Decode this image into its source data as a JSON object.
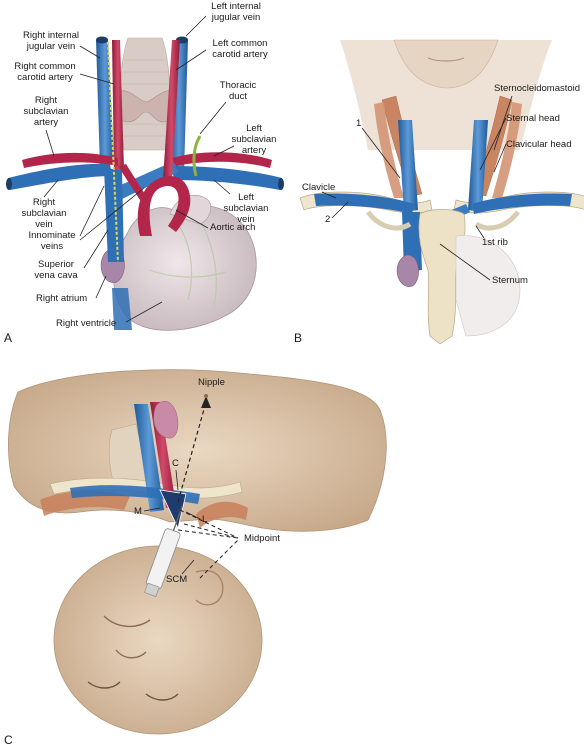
{
  "panels": {
    "a": {
      "letter": "A",
      "labels": {
        "right_internal_jugular_vein_1": "Right internal",
        "right_internal_jugular_vein_2": "jugular vein",
        "right_common_carotid_artery_1": "Right common",
        "right_common_carotid_artery_2": "carotid artery",
        "right_subclavian_artery_1": "Right",
        "right_subclavian_artery_2": "subclavian",
        "right_subclavian_artery_3": "artery",
        "right_subclavian_vein_1": "Right",
        "right_subclavian_vein_2": "subclavian",
        "right_subclavian_vein_3": "vein",
        "innominate_veins_1": "Innominate",
        "innominate_veins_2": "veins",
        "superior_vena_cava_1": "Superior",
        "superior_vena_cava_2": "vena cava",
        "right_atrium": "Right atrium",
        "right_ventricle": "Right ventricle",
        "left_internal_jugular_vein_1": "Left internal",
        "left_internal_jugular_vein_2": "jugular vein",
        "left_common_carotid_artery_1": "Left common",
        "left_common_carotid_artery_2": "carotid artery",
        "thoracic_duct_1": "Thoracic",
        "thoracic_duct_2": "duct",
        "left_subclavian_artery_1": "Left",
        "left_subclavian_artery_2": "subclavian",
        "left_subclavian_artery_3": "artery",
        "left_subclavian_vein_1": "Left",
        "left_subclavian_vein_2": "subclavian",
        "left_subclavian_vein_3": "vein",
        "aortic_arch": "Aortic arch"
      }
    },
    "b": {
      "letter": "B",
      "labels": {
        "sternocleidomastoid": "Sternocleidomastoid",
        "sternal_head": "Sternal head",
        "clavicular_head": "Clavicular head",
        "clavicle": "Clavicle",
        "num_1": "1",
        "num_2": "2",
        "first_rib": "1st rib",
        "sternum": "Sternum"
      }
    },
    "c": {
      "letter": "C",
      "labels": {
        "nipple": "Nipple",
        "c": "C",
        "m": "M",
        "l": "L",
        "midpoint": "Midpoint",
        "scm": "SCM"
      }
    }
  },
  "colors": {
    "vein": "#2f6fb5",
    "artery": "#b3264b",
    "skin": "#d9c2a8",
    "bone": "#e8dcc0",
    "muscle": "#c97f5b",
    "thyroid": "#cdb7b0",
    "heart": "#d8cdd0"
  }
}
